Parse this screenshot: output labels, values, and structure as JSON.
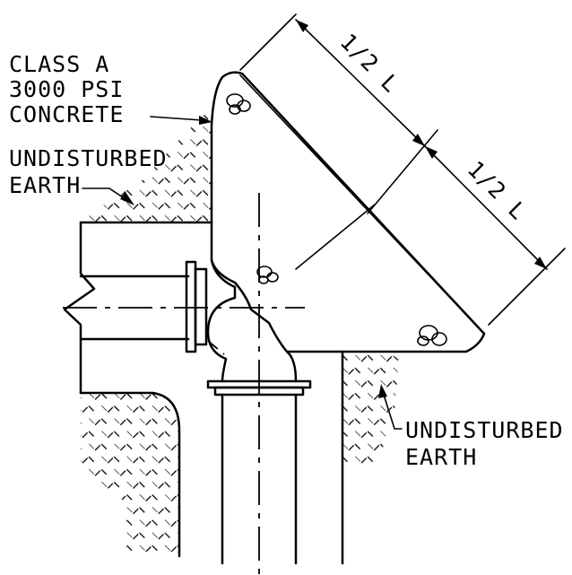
{
  "labels": {
    "concrete_line1": "CLASS A",
    "concrete_line2": "3000 PSI",
    "concrete_line3": "CONCRETE",
    "earth_left_line1": "UNDISTURBED",
    "earth_left_line2": "EARTH",
    "earth_right_line1": "UNDISTURBED",
    "earth_right_line2": "EARTH",
    "dim_upper": "1/2 L",
    "dim_lower": "1/2 L"
  }
}
